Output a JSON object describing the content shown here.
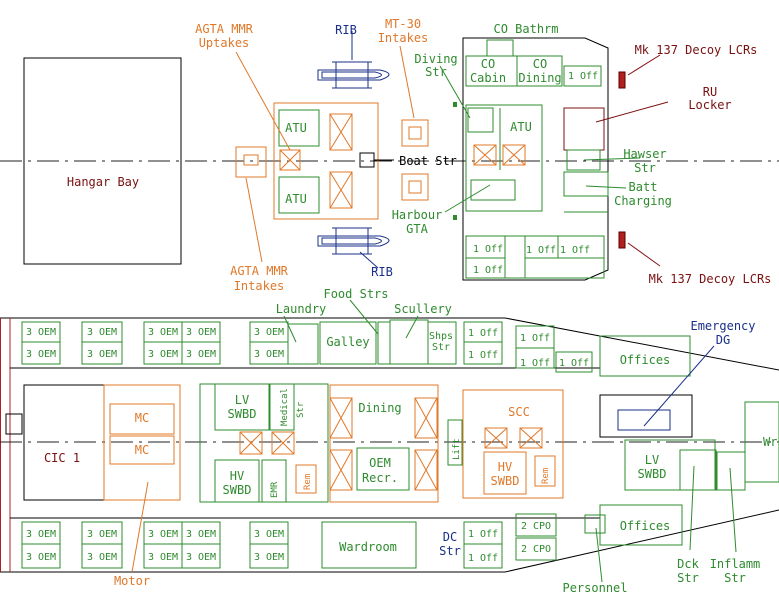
{
  "upper": {
    "hangar": "Hangar Bay",
    "agta_uptakes": [
      "AGTA MMR",
      "Uptakes"
    ],
    "rib_top": "RIB",
    "mt30_intakes": [
      "MT-30",
      "Intakes"
    ],
    "co_bathrm": "CO Bathrm",
    "diving_str": [
      "Diving",
      "Str"
    ],
    "co_cabin": [
      "CO",
      "Cabin"
    ],
    "co_dining": [
      "CO",
      "Dining"
    ],
    "decoy_top": "Mk 137 Decoy LCRs",
    "ru_locker": [
      "RU",
      "Locker"
    ],
    "atu": "ATU",
    "boat_str": "Boat Str",
    "hawser_str": [
      "Hawser",
      "Str"
    ],
    "batt_charging": [
      "Batt",
      "Charging"
    ],
    "harbour_gta": [
      "Harbour",
      "GTA"
    ],
    "agta_intakes": [
      "AGTA MMR",
      "Intakes"
    ],
    "rib_bottom": "RIB",
    "decoy_bottom": "Mk 137 Decoy LCRs"
  },
  "lower": {
    "food_strs": "Food Strs",
    "laundry": "Laundry",
    "scullery": "Scullery",
    "galley": "Galley",
    "shps_str": [
      "Shps",
      "Str"
    ],
    "emergency_dg": [
      "Emergency",
      "DG"
    ],
    "offices": "Offices",
    "lv_swbd": [
      "LV",
      "SWBD"
    ],
    "medical": "Medical",
    "medical_str": "Str",
    "dining": "Dining",
    "scc": "SCC",
    "cic": "CIC 1",
    "mc": "MC",
    "hv_swbd": [
      "HV",
      "SWBD"
    ],
    "emr": "EMR",
    "rem": "Rem",
    "oem_recr": [
      "OEM",
      "Recr."
    ],
    "lift": "Lift",
    "wardroom": "Wardroom",
    "dc_str": [
      "DC",
      "Str"
    ],
    "motor": "Motor",
    "personnel": "Personnel",
    "dck_str": [
      "Dck",
      "Str"
    ],
    "inflamm_str": [
      "Inflamm",
      "Str"
    ],
    "edge_wr": "Wr"
  },
  "cells": {
    "three_oem": "3 OEM",
    "one_off": "1 Off",
    "two_cpo": "2 CPO"
  },
  "colors": {
    "green": "#2e8b2e",
    "orange": "#e0782a",
    "darkred": "#7a1010",
    "navy": "#1a2f8a",
    "black": "#000000"
  }
}
